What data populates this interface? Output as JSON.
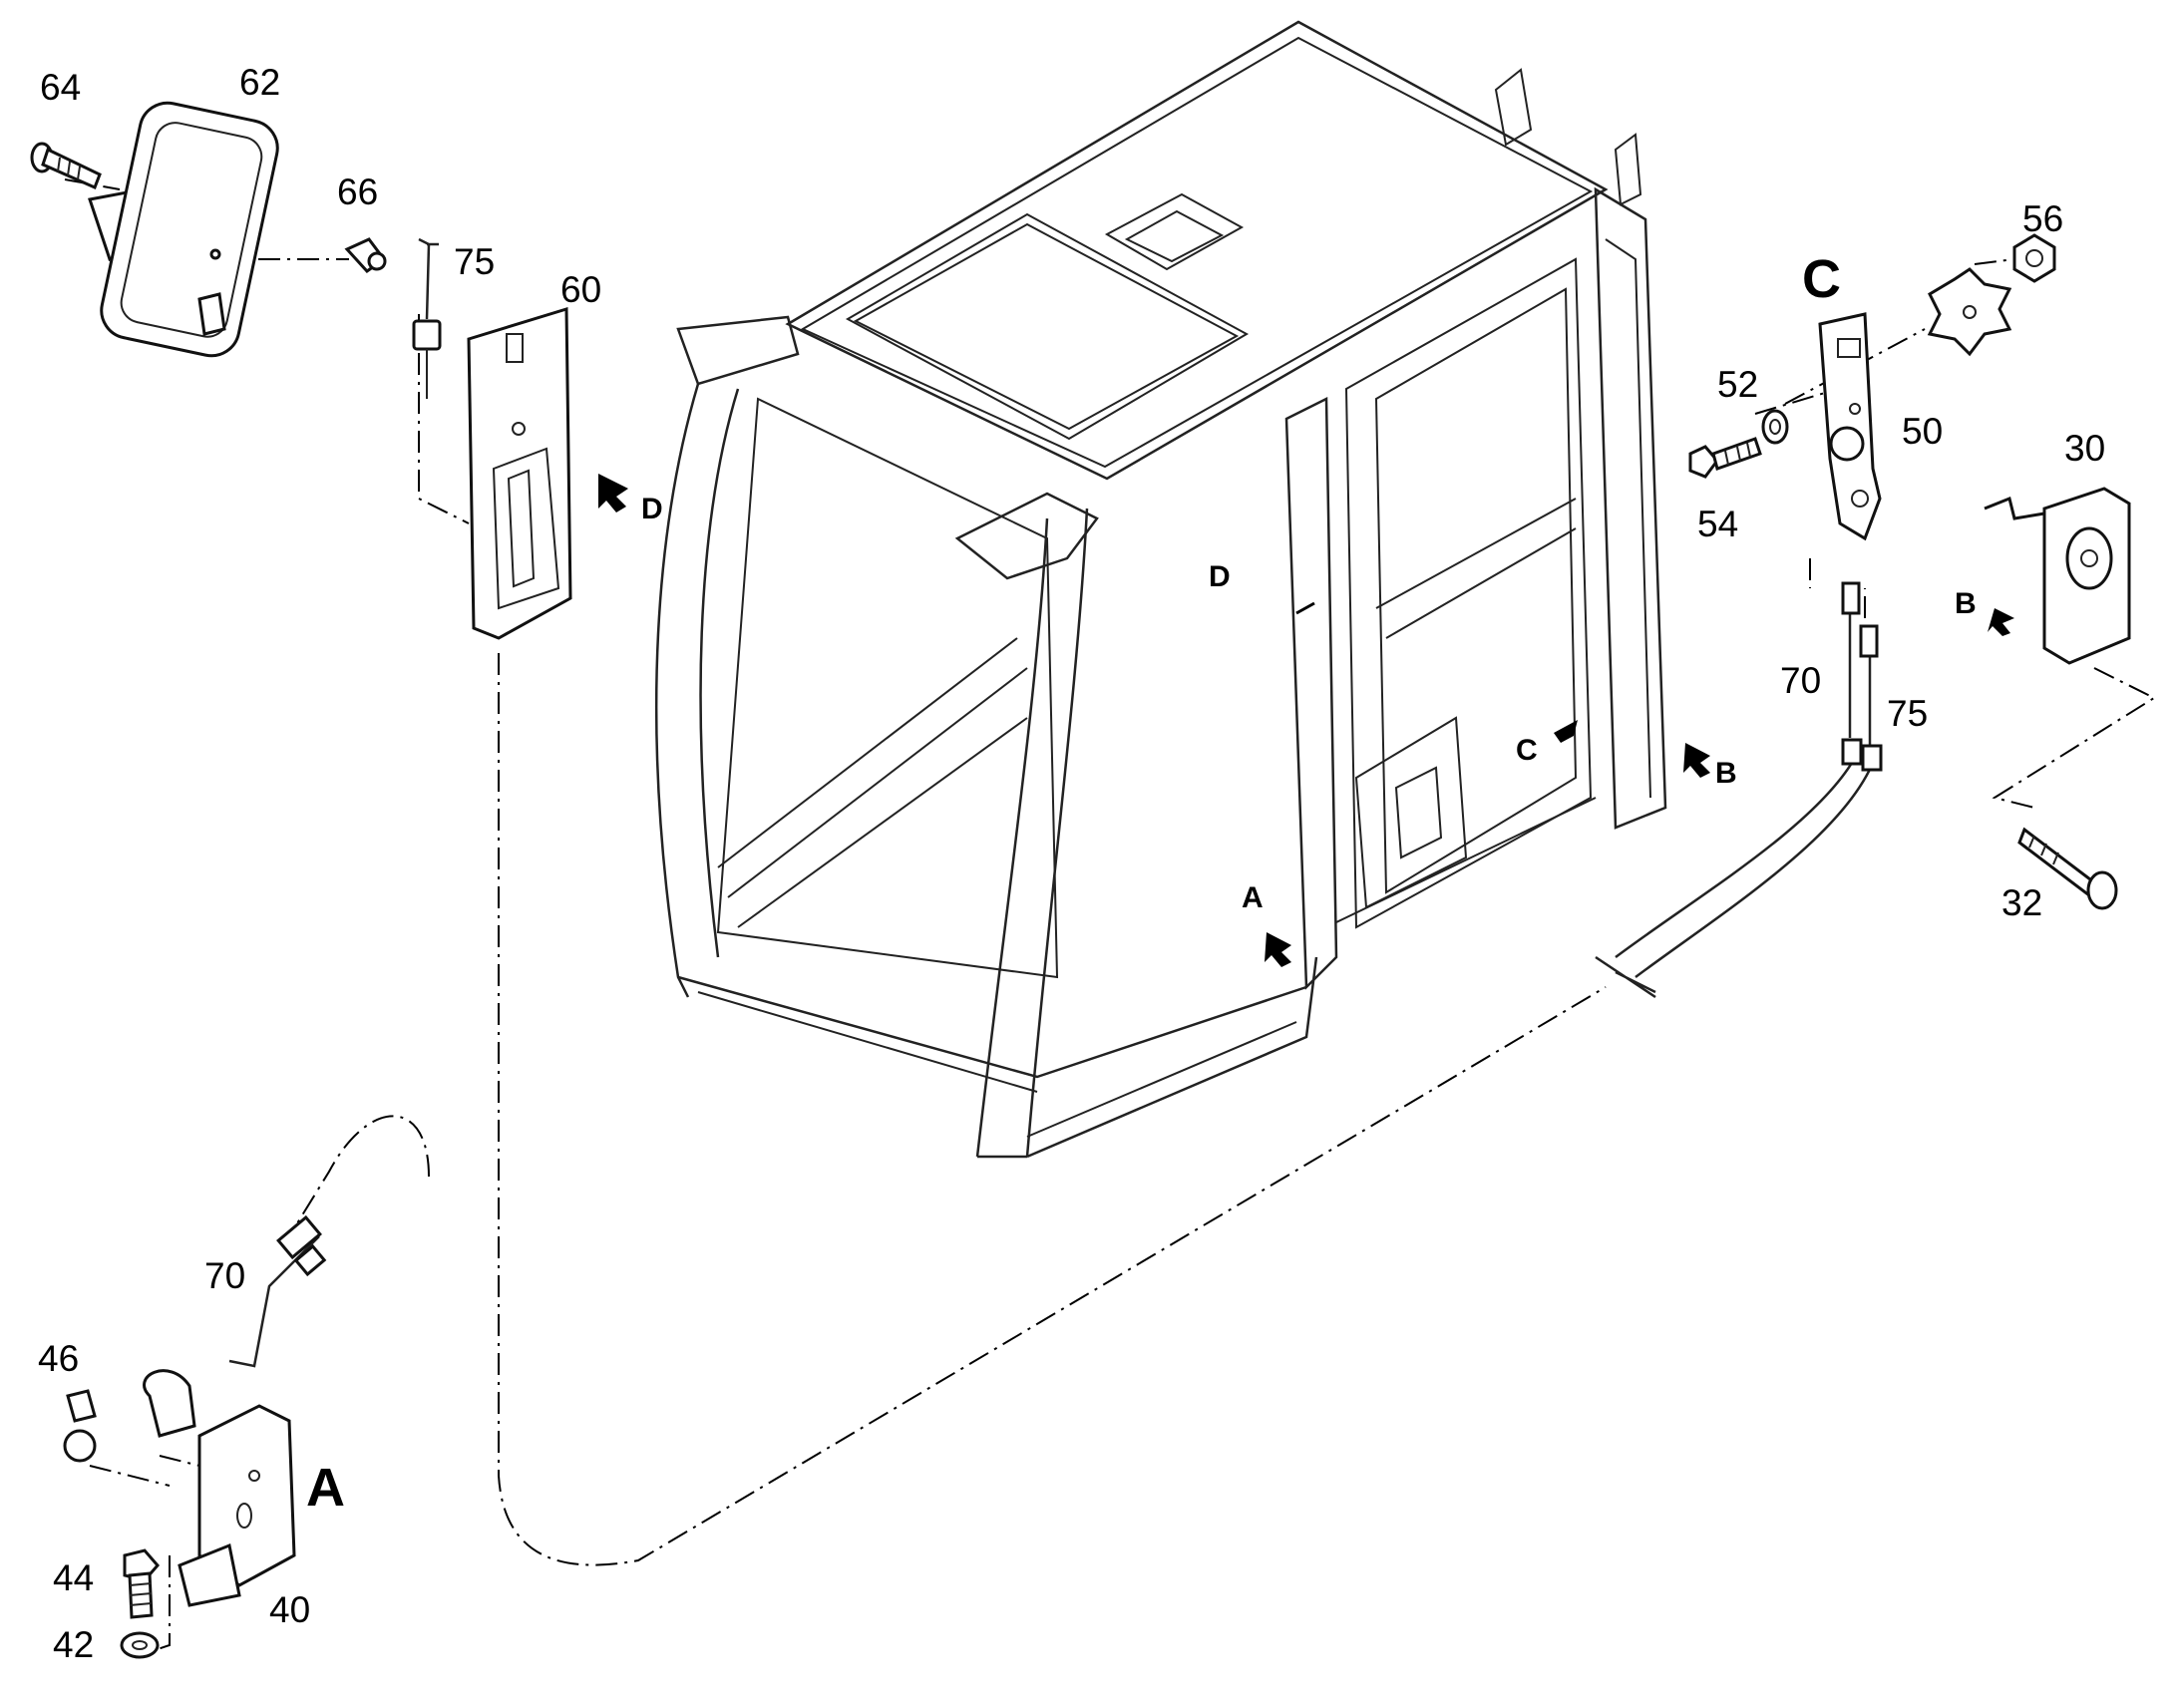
{
  "labels": {
    "p64": "64",
    "p62": "62",
    "p66": "66",
    "p75_top": "75",
    "p60": "60",
    "p56": "56",
    "p52": "52",
    "p50": "50",
    "p54": "54",
    "p30": "30",
    "p70_right": "70",
    "p75_right": "75",
    "p32": "32",
    "p70_left": "70",
    "p46": "46",
    "p44": "44",
    "p40": "40",
    "p42": "42"
  },
  "view_labels": {
    "A": "A",
    "C": "C"
  },
  "ref_labels": {
    "D_top": "D",
    "D_cab": "D",
    "C_cab": "C",
    "B_cab": "B",
    "B_right": "B",
    "A_cab": "A"
  }
}
